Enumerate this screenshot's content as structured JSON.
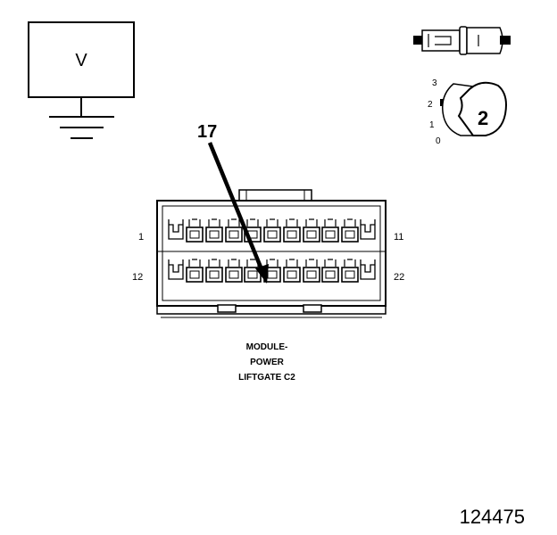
{
  "meter": {
    "label": "V"
  },
  "selector": {
    "positions": [
      "3",
      "2",
      "1",
      "0"
    ],
    "selected": "2"
  },
  "callout": {
    "pin": "17"
  },
  "connector": {
    "pin_labels": {
      "top_left": "1",
      "top_right": "11",
      "bottom_left": "12",
      "bottom_right": "22"
    },
    "name_lines": [
      "MODULE-",
      "POWER",
      "LIFTGATE C2"
    ]
  },
  "figure_number": "124475"
}
